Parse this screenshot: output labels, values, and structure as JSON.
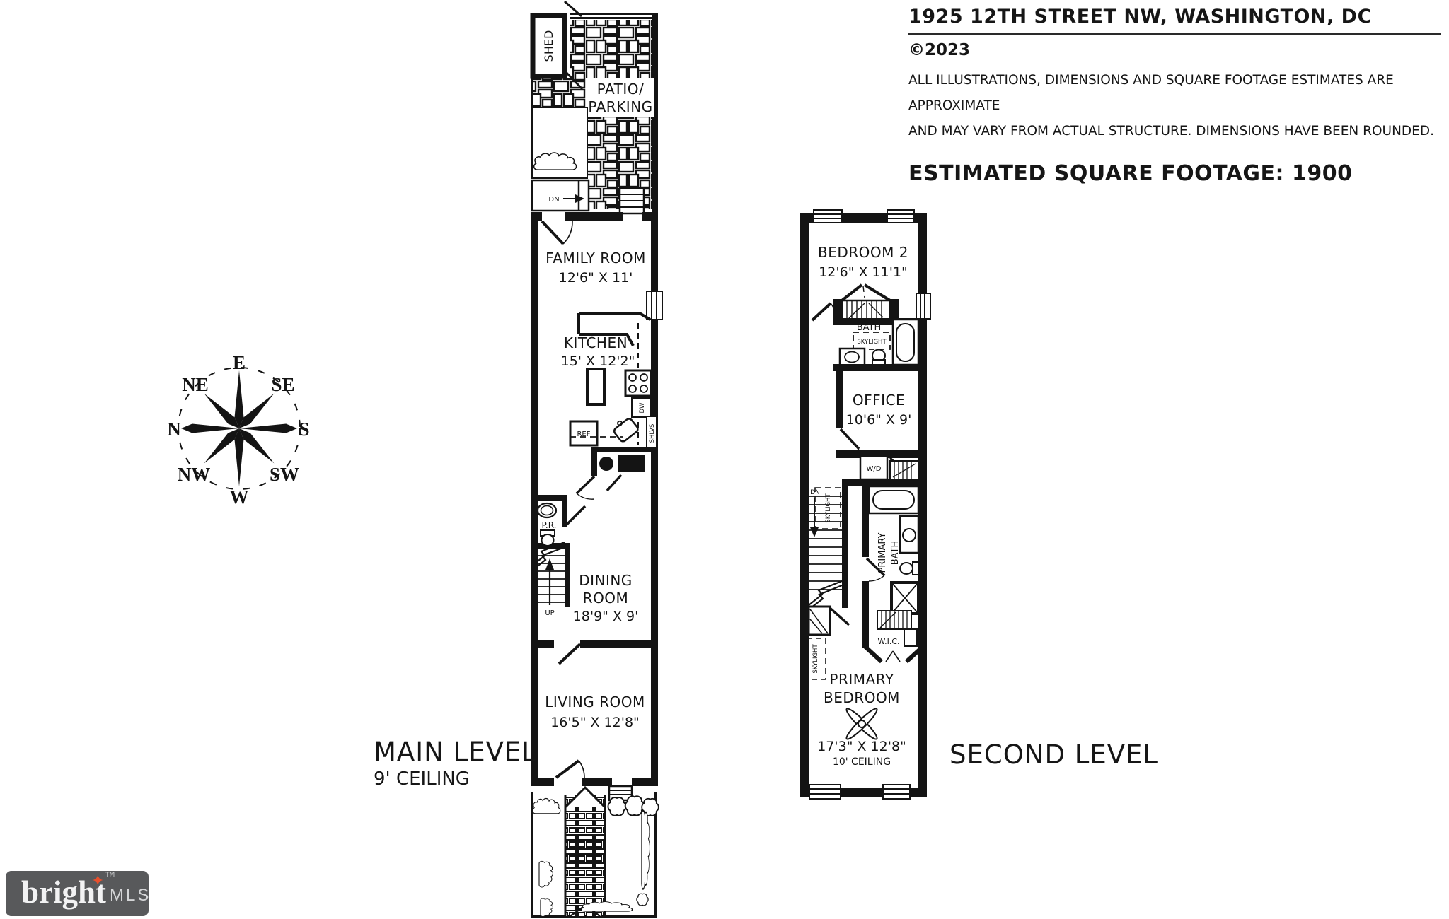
{
  "header": {
    "address": "1925 12TH STREET NW, WASHINGTON, DC",
    "copyright": "©2023",
    "disclaimer_line1": "ALL ILLUSTRATIONS, DIMENSIONS AND SQUARE FOOTAGE ESTIMATES ARE APPROXIMATE",
    "disclaimer_line2": "AND MAY VARY FROM ACTUAL STRUCTURE. DIMENSIONS HAVE BEEN ROUNDED.",
    "sqft": "ESTIMATED SQUARE FOOTAGE: 1900"
  },
  "compass": {
    "n": "N",
    "ne": "NE",
    "e": "E",
    "se": "SE",
    "s": "S",
    "sw": "SW",
    "w": "W",
    "nw": "NW"
  },
  "main": {
    "title": "MAIN LEVEL",
    "ceiling": "9' CEILING",
    "shed": "SHED",
    "patio1": "PATIO/",
    "patio2": "PARKING",
    "family_name": "FAMILY ROOM",
    "family_dims": "12'6\" X 11'",
    "kitchen_name": "KITCHEN",
    "kitchen_dims": "15' X 12'2\"",
    "dining1": "DINING",
    "dining2": "ROOM",
    "dining_dims": "18'9\" X 9'",
    "living_name": "LIVING ROOM",
    "living_dims": "16'5\" X 12'8\"",
    "pr": "P.R.",
    "ref": "REF",
    "dw": "DW",
    "shlvs": "SHLVS",
    "dn": "DN",
    "up": "UP"
  },
  "second": {
    "title": "SECOND LEVEL",
    "bedroom2_name": "BEDROOM 2",
    "bedroom2_dims": "12'6\" X 11'1\"",
    "bath": "BATH",
    "skylight_bath": "SKYLIGHT",
    "office_name": "OFFICE",
    "office_dims": "10'6\" X 9'",
    "wd": "W/D",
    "dn": "DN",
    "skylight_stairs": "SKYLIGHT",
    "skylight_bedroom": "SKYLIGHT",
    "primary_bath1": "PRIMARY",
    "primary_bath2": "BATH",
    "wic": "W.I.C.",
    "pbr1": "PRIMARY",
    "pbr2": "BEDROOM",
    "pbr_dims": "17'3\" X 12'8\"",
    "pbr_ceiling": "10' CEILING"
  },
  "logo": {
    "brand": "bright",
    "tm": "TM",
    "mls": "MLS",
    "bg_color": "#58595b",
    "star_color": "#e8502d"
  }
}
